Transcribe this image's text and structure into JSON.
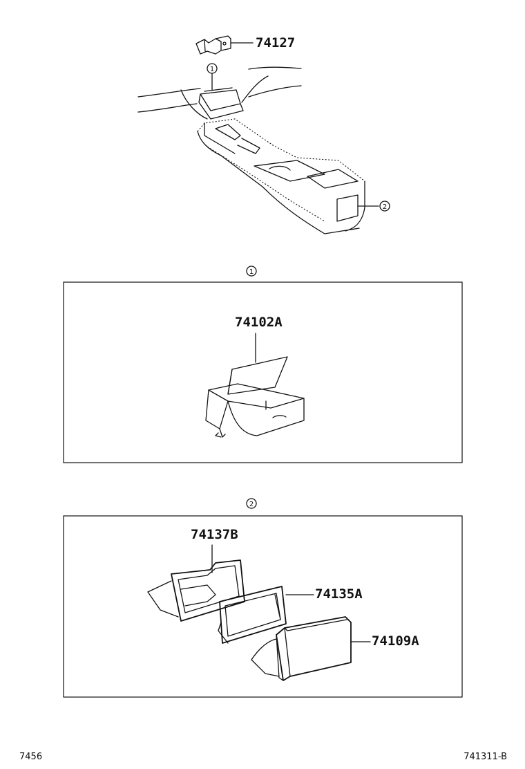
{
  "part_numbers": {
    "p74127": "74127",
    "p74102A": "74102A",
    "p74137B": "74137B",
    "p74135A": "74135A",
    "p74109A": "74109A"
  },
  "callouts": {
    "one": "1",
    "two": "2"
  },
  "footer": {
    "left": "7456",
    "right": "741311-B"
  }
}
